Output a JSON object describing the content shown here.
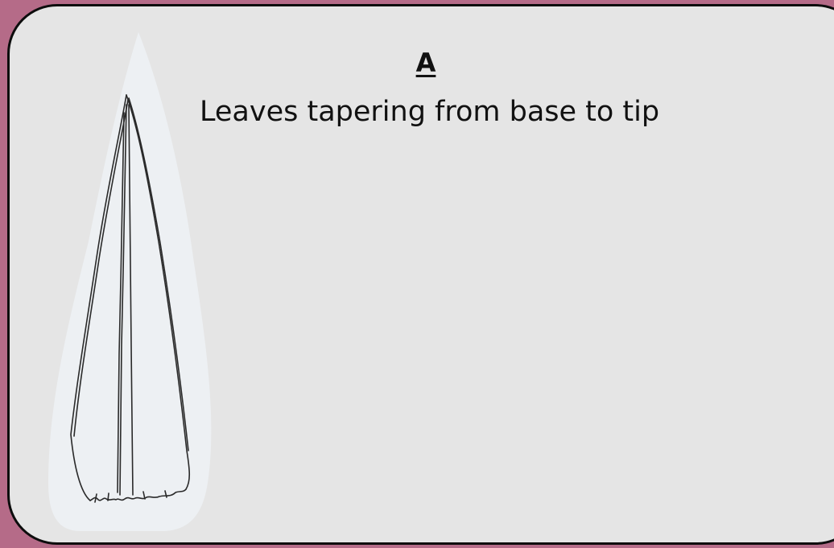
{
  "card": {
    "label": "A",
    "description": "Leaves tapering from base to tip"
  },
  "colors": {
    "page_background": "#b56b88",
    "card_background": "#e5e5e5",
    "card_border": "#0d0d0d",
    "leaf_halo": "#edf0f3",
    "leaf_ink": "#2a2a2a"
  },
  "illustration": {
    "icon": "tapering-leaf-sketch"
  }
}
